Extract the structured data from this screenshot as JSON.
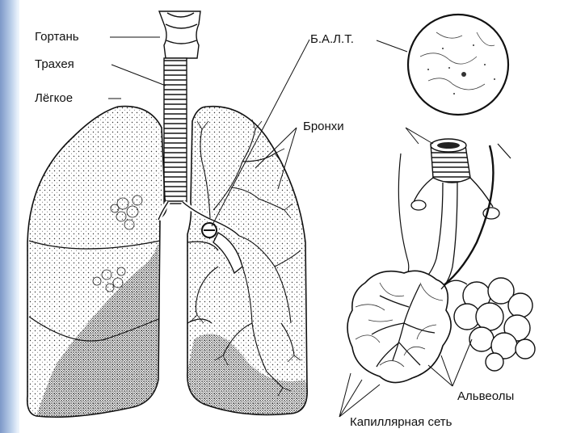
{
  "labels": {
    "larynx": "Гортань",
    "trachea": "Трахея",
    "lung": "Лёгкое",
    "balt": "Б.А.Л.Т.",
    "bronchi": "Бронхи",
    "alveoli": "Альвеолы",
    "capillary_network": "Капиллярная сеть"
  },
  "colors": {
    "ink": "#111111",
    "side_gradient": "#7d98c8"
  }
}
